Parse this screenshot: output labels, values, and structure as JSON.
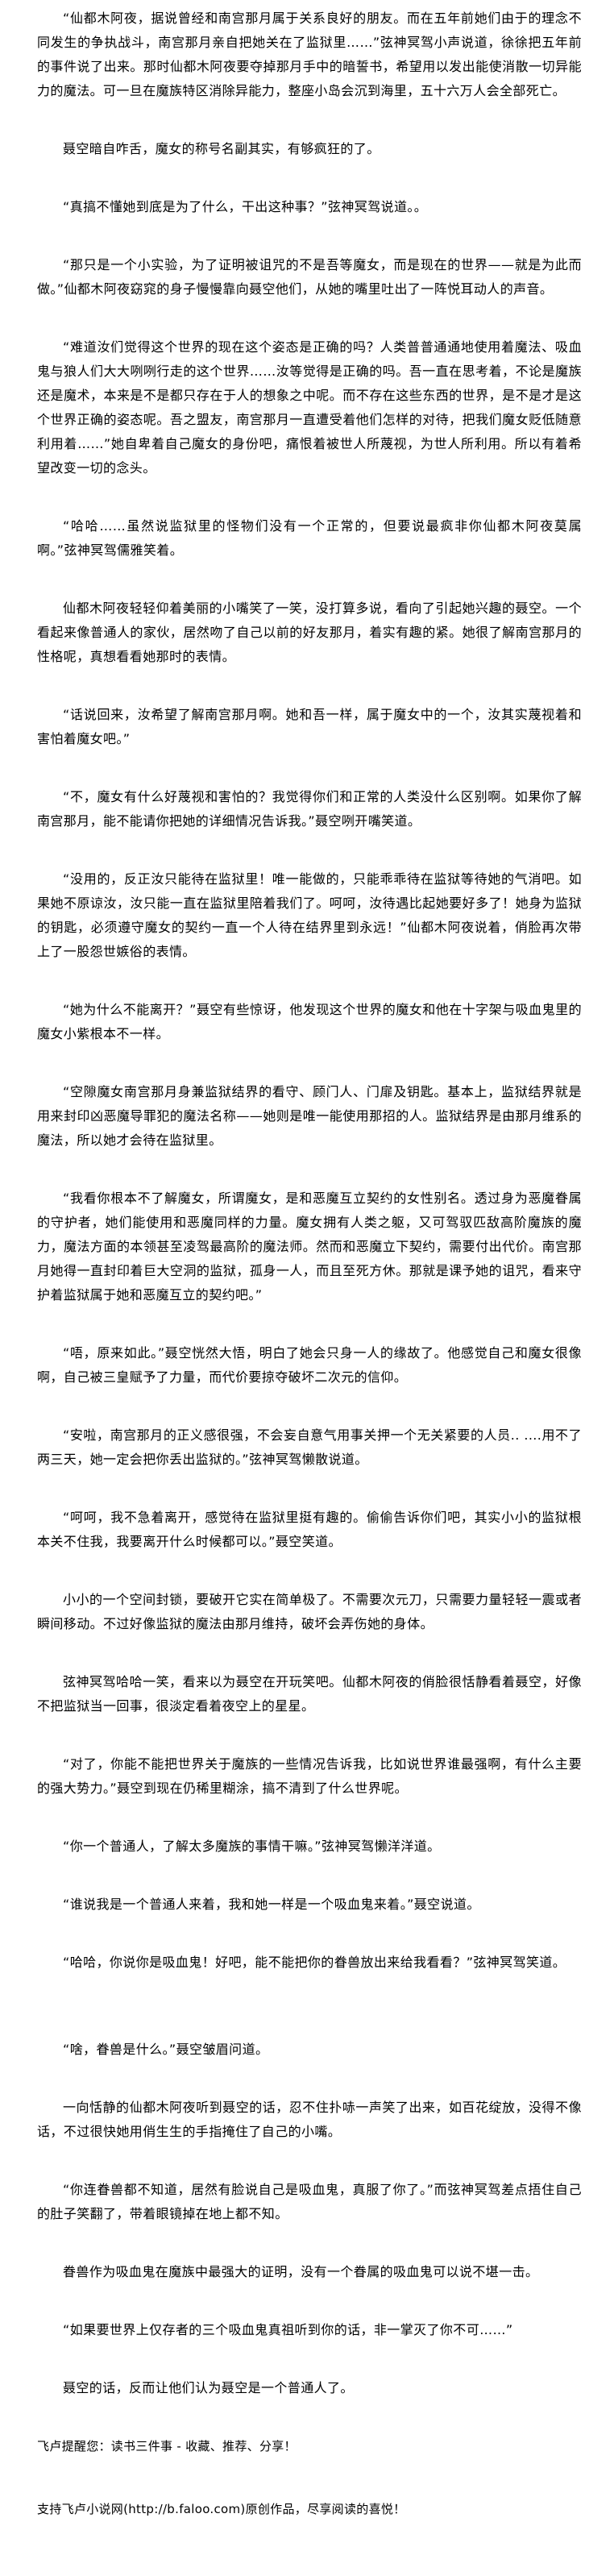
{
  "paragraphs": [
    "“仙都木阿夜，据说曾经和南宫那月属于关系良好的朋友。而在五年前她们由于的理念不同发生的争执战斗，南宫那月亲自把她关在了监狱里……”弦神冥驾小声说道，徐徐把五年前的事件说了出来。那时仙都木阿夜要夺掉那月手中的暗誓书，希望用以发出能使消散一切异能力的魔法。可一旦在魔族特区消除异能力，整座小岛会沉到海里，五十六万人会全部死亡。",
    "聂空暗自咋舌，魔女的称号名副其实，有够疯狂的了。",
    "“真搞不懂她到底是为了什么，干出这种事？”弦神冥驾说道。。",
    "“那只是一个小实验，为了证明被诅咒的不是吾等魔女，而是现在的世界——就是为此而做。”仙都木阿夜窈窕的身子慢慢靠向聂空他们，从她的嘴里吐出了一阵悦耳动人的声音。",
    "“难道汝们觉得这个世界的现在这个姿态是正确的吗？人类普普通通地使用着魔法、吸血鬼与狼人们大大咧咧行走的这个世界……汝等觉得是正确的吗。吾一直在思考着，不论是魔族还是魔术，本来是不是都只存在于人的想象之中呢。而不存在这些东西的世界，是不是才是这个世界正确的姿态呢。吾之盟友，南宫那月一直遭受着他们怎样的对待，把我们魔女贬低随意利用着……”她自卑着自己魔女的身份吧，痛恨着被世人所蔑视，为世人所利用。所以有着希望改变一切的念头。",
    "“哈哈……虽然说监狱里的怪物们没有一个正常的，但要说最疯非你仙都木阿夜莫属啊。”弦神冥驾儒雅笑着。",
    "仙都木阿夜轻轻仰着美丽的小嘴笑了一笑，没打算多说，看向了引起她兴趣的聂空。一个看起来像普通人的家伙，居然吻了自己以前的好友那月，着实有趣的紧。她很了解南宫那月的性格呢，真想看看她那时的表情。",
    "“话说回来，汝希望了解南宫那月啊。她和吾一样，属于魔女中的一个，汝其实蔑视着和害怕着魔女吧。”",
    "“不，魔女有什么好蔑视和害怕的？我觉得你们和正常的人类没什么区别啊。如果你了解南宫那月，能不能请你把她的详细情况告诉我。”聂空咧开嘴笑道。",
    "“没用的，反正汝只能待在监狱里！唯一能做的，只能乖乖待在监狱等待她的气消吧。如果她不原谅汝，汝只能一直在监狱里陪着我们了。呵呵，汝待遇比起她要好多了！她身为监狱的钥匙，必须遵守魔女的契约一直一个人待在结界里到永远！”仙都木阿夜说着，俏脸再次带上了一股怨世嫉俗的表情。",
    "“她为什么不能离开？”聂空有些惊讶，他发现这个世界的魔女和他在十字架与吸血鬼里的魔女小紫根本不一样。",
    "“空隙魔女南宫那月身兼监狱结界的看守、顾门人、门扉及钥匙。基本上，监狱结界就是用来封印凶恶魔导罪犯的魔法名称——她则是唯一能使用那招的人。监狱结界是由那月维系的魔法，所以她才会待在监狱里。",
    "“我看你根本不了解魔女，所谓魔女，是和恶魔互立契约的女性别名。透过身为恶魔眷属的守护者，她们能使用和恶魔同样的力量。魔女拥有人类之躯，又可驾驭匹敌高阶魔族的魔力，魔法方面的本领甚至凌驾最高阶的魔法师。然而和恶魔立下契约，需要付出代价。南宫那月她得一直封印着巨大空洞的监狱，孤身一人，而且至死方休。那就是课予她的诅咒，看来守护着监狱属于她和恶魔互立的契约吧。”",
    "“唔，原来如此。”聂空恍然大悟，明白了她会只身一人的缘故了。他感觉自己和魔女很像啊，自己被三皇赋予了力量，而代价要掠夺破坏二次元的信仰。",
    "“安啦，南宫那月的正义感很强，不会妄自意气用事关押一个无关紧要的人员.. ....用不了两三天，她一定会把你丢出监狱的。”弦神冥驾懒散说道。",
    "“呵呵，我不急着离开，感觉待在监狱里挺有趣的。偷偷告诉你们吧，其实小小的监狱根本关不住我，我要离开什么时候都可以。”聂空笑道。",
    "小小的一个空间封锁，要破开它实在简单极了。不需要次元刀，只需要力量轻轻一震或者瞬间移动。不过好像监狱的魔法由那月维持，破坏会弄伤她的身体。",
    "弦神冥驾哈哈一笑，看来以为聂空在开玩笑吧。仙都木阿夜的俏脸很恬静看着聂空，好像不把监狱当一回事，很淡定看着夜空上的星星。",
    "“对了，你能不能把世界关于魔族的一些情况告诉我，比如说世界谁最强啊，有什么主要的强大势力。”聂空到现在仍稀里糊涂，搞不清到了什么世界呢。",
    "“你一个普通人，了解太多魔族的事情干嘛。”弦神冥驾懒洋洋道。",
    "“谁说我是一个普通人来着，我和她一样是一个吸血鬼来着。”聂空说道。",
    "“哈哈，你说你是吸血鬼！好吧，能不能把你的眷兽放出来给我看看？”弦神冥驾笑道。",
    "“啥，眷兽是什么。”聂空皱眉问道。",
    "一向恬静的仙都木阿夜听到聂空的话，忍不住扑哧一声笑了出来，如百花绽放，没得不像话，不过很快她用俏生生的手指掩住了自己的小嘴。",
    "“你连眷兽都不知道，居然有脸说自己是吸血鬼，真服了你了。”而弦神冥驾差点捂住自己的肚子笑翻了，带着眼镜掉在地上都不知。",
    "眷兽作为吸血鬼在魔族中最强大的证明，没有一个眷属的吸血鬼可以说不堪一击。",
    "“如果要世界上仅存者的三个吸血鬼真祖听到你的话，非一掌灭了你不可……”",
    "聂空的话，反而让他们认为聂空是一个普通人了。"
  ],
  "footer": {
    "reminder": "飞卢提醒您：读书三件事 - 收藏、推荐、分享！",
    "support": "支持飞卢小说网(http://b.faloo.com)原创作品，尽享阅读的喜悦！"
  }
}
